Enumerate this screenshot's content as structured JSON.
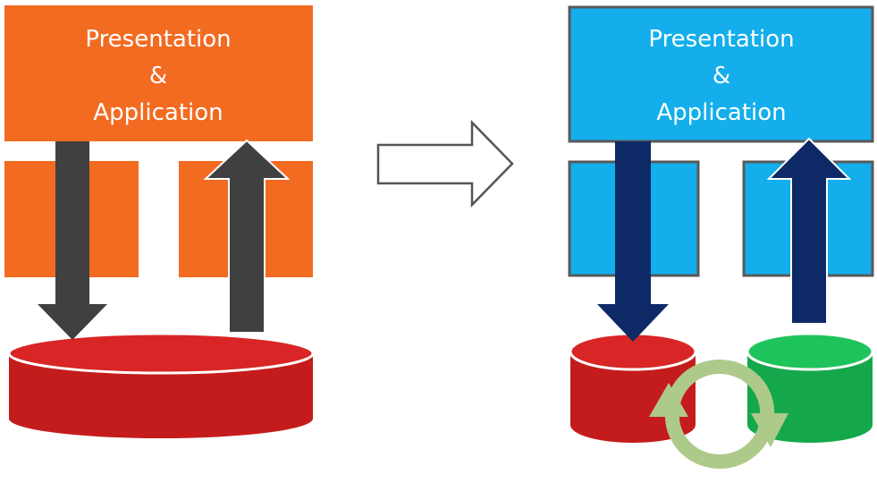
{
  "left": {
    "label": [
      "Presentation",
      "&",
      "Application"
    ],
    "block_color": "#f26b21",
    "arrow_color": "#404040",
    "db_color": "#c41c1c",
    "db_top_color": "#d92525"
  },
  "right": {
    "label": [
      "Presentation",
      "&",
      "Application"
    ],
    "block_color": "#13aeeb",
    "block_border": "#595959",
    "arrow_color": "#0d2a66",
    "db_red_color": "#c41c1c",
    "db_red_top": "#d92525",
    "db_green_color": "#14a84a",
    "db_green_top": "#1fc35b",
    "sync_color": "#aeca8a"
  },
  "transition_arrow": {
    "fill": "#ffffff",
    "stroke": "#555555"
  }
}
